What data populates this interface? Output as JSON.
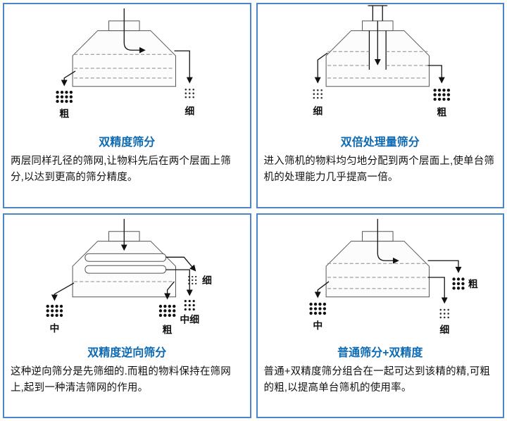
{
  "page": {
    "background": "#ffffff",
    "panel_border_color": "#4d86c8",
    "title_color": "#0e6ab2",
    "text_color": "#111111"
  },
  "panels": [
    {
      "title": "双精度筛分",
      "description": "两层同样孔径的筛网,让物料先后在两个层面上筛分,以达到更高的筛分精度。",
      "labels": {
        "coarse": "粗",
        "fine": "细"
      }
    },
    {
      "title": "双倍处理量筛分",
      "description": "进入筛机的物料均匀地分配到两个层面上,使单台筛机的处理能力几乎提高一倍。",
      "labels": {
        "fine": "细",
        "coarse": "粗"
      }
    },
    {
      "title": "双精度逆向筛分",
      "description": "这种逆向筛分是先筛细的.而粗的物料保持在筛网上,起到一种清洁筛网的作用。",
      "labels": {
        "fine": "细",
        "medium_fine": "中细",
        "coarse": "粗",
        "medium": "中"
      }
    },
    {
      "title": "普通筛分+双精度",
      "description": "普通+双精度筛分组合在一起可达到该精的精,可粗的粗,以提高单台筛机的使用率。",
      "labels": {
        "coarse": "粗",
        "fine": "细",
        "medium": "中"
      }
    }
  ]
}
